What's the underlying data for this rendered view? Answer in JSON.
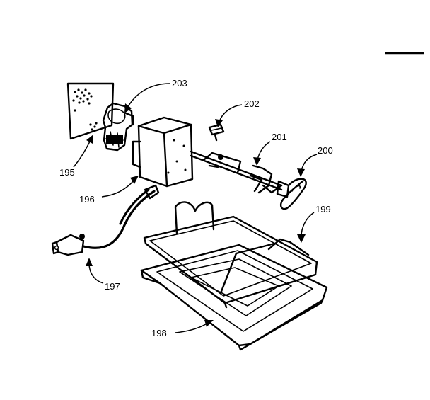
{
  "parts": [
    {
      "id": "p195",
      "label": "195"
    },
    {
      "id": "p196",
      "label": "196"
    },
    {
      "id": "p197",
      "label": "197"
    },
    {
      "id": "p198",
      "label": "198"
    },
    {
      "id": "p199",
      "label": "199"
    },
    {
      "id": "p200",
      "label": "200"
    },
    {
      "id": "p201",
      "label": "201"
    },
    {
      "id": "p202",
      "label": "202"
    },
    {
      "id": "p203",
      "label": "203"
    }
  ]
}
